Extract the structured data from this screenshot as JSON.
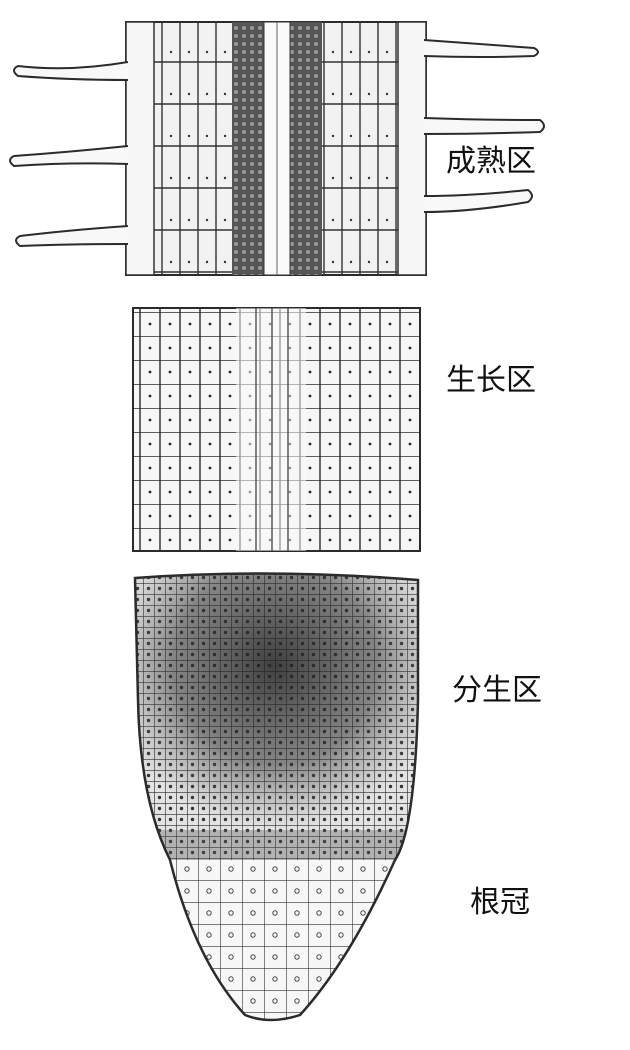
{
  "labels": {
    "maturation_zone": "成熟区",
    "elongation_zone": "生长区",
    "meristematic_zone": "分生区",
    "root_cap": "根冠"
  },
  "colors": {
    "ink": "#2b2b2b",
    "cell_fill": "#f4f4f4",
    "vessel_dark": "#4a4a4a",
    "meristem_dark": "#3a3a3a",
    "label_text": "#111111"
  }
}
